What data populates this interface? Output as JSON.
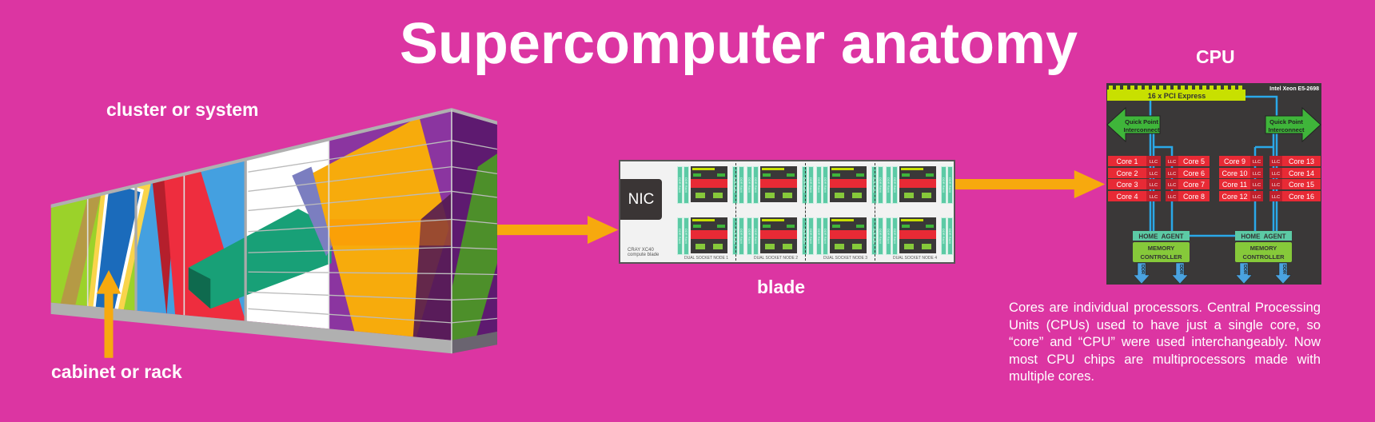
{
  "title": "Supercomputer anatomy",
  "labels": {
    "cluster": "cluster or system",
    "cabinet": "cabinet or rack",
    "blade": "blade",
    "cpu": "CPU"
  },
  "blade": {
    "nic": "NIC",
    "model": "CRAY XC40",
    "model_sub": "compute blade",
    "ram_label": "DDR RAM",
    "nodes": [
      "DUAL SOCKET NODE 1",
      "DUAL SOCKET NODE 2",
      "DUAL SOCKET NODE 3",
      "DUAL SOCKET NODE 4"
    ]
  },
  "cpu": {
    "chip": "Intel Xeon E5-2698",
    "pci": "16 x PCI Express",
    "qpi_line1": "Quick Point",
    "qpi_line2": "Interconnect",
    "llc": "LLC",
    "cores": [
      "Core 1",
      "Core 2",
      "Core 3",
      "Core 4",
      "Core 5",
      "Core 6",
      "Core 7",
      "Core 8",
      "Core 9",
      "Core 10",
      "Core 11",
      "Core 12",
      "Core 13",
      "Core 14",
      "Core 15",
      "Core 16"
    ],
    "home_agent": "HOME  AGENT",
    "mem_line1": "MEMORY",
    "mem_line2": "CONTROLLER",
    "ddr": "DDR"
  },
  "description": "Cores are individual processors. Central Processing Units (CPUs) used to have just a single core, so “core” and “CPU” were used interchangeably. Now most CPU chips are multiprocessors made with multiple cores.",
  "colors": {
    "background": "#dc35a2",
    "arrow": "#f7a90e",
    "core": "#e82a35",
    "llc": "#c0202c",
    "chip": "#3a3838",
    "bus": "#2aa8e8"
  }
}
